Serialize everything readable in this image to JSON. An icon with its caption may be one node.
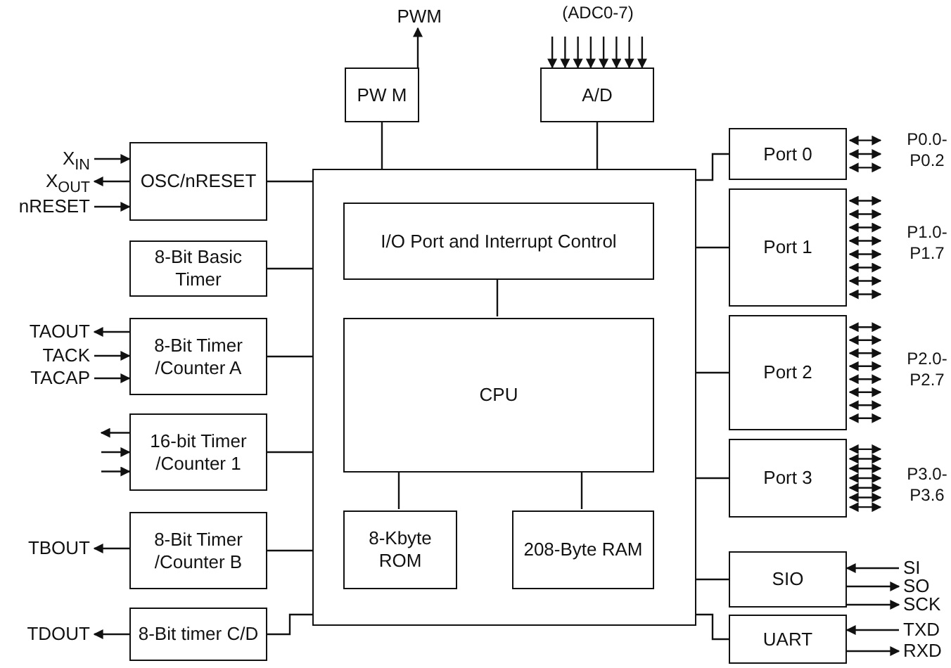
{
  "diagram": {
    "nodes": [
      {
        "text": [
          "PWM"
        ]
      },
      {
        "text": [
          "PW M"
        ]
      },
      {
        "text": [
          "A/D"
        ]
      },
      {
        "text": [
          "X$_{IN}$"
        ]
      },
      {
        "text": [
          "X$_{OUT}$"
        ]
      },
      {
        "text": [
          "nRESET"
        ]
      },
      {
        "text": [
          "OSC/nRESET"
        ]
      },
      {
        "text": [
          "8-Bit Basic Timer"
        ]
      },
      {
        "text": [
          "TAOUT"
        ]
      },
      {
        "text": [
          "TACK"
        ]
      },
      {
        "text": [
          "TACAP"
        ]
      },
      {
        "text": [
          "8-Bit Timer /Counter A"
        ]
      },
      {
        "text": [
          "16-bit Timer /Counter 1"
        ]
      },
      {
        "text": [
          "TBOUT"
        ]
      },
      {
        "text": [
          "8-Bit Timer /Counter B"
        ]
      },
      {
        "text": [
          "TDOUT"
        ]
      },
      {
        "text": [
          "8-Bit timer C/D"
        ]
      },
      {
        "text": [],
        "shape": "box"
      },
      {
        "text": [
          "I/O Port and Interrupt Control"
        ],
        "in": 17
      },
      {
        "text": [
          "CPU"
        ],
        "in": 17
      },
      {
        "text": [
          "8-Kbyte ROM"
        ],
        "in": 17
      },
      {
        "text": [
          "208-Byte RAM"
        ],
        "in": 17
      },
      {
        "text": [
          "Port 0"
        ]
      },
      {
        "text": [
          "Port 1"
        ]
      },
      {
        "text": [
          "Port 2"
        ]
      },
      {
        "text": [
          "Port 3"
        ]
      },
      {
        "text": [
          "SIO"
        ]
      },
      {
        "text": [
          "SI"
        ]
      },
      {
        "text": [
          "SO"
        ]
      },
      {
        "text": [
          "SCK"
        ]
      },
      {
        "text": [
          "UART"
        ]
      },
      {
        "text": [
          "TXD"
        ]
      },
      {
        "text": [
          "RXD"
        ]
      }
    ],
    "edges": [
      {
        "from": 1,
        "to": 0,
        "arrow": "to"
      },
      {
        "from": null,
        "to": 2,
        "arrow": "to"
      },
      {
        "from": null,
        "to": 2,
        "arrow": "to"
      },
      {
        "from": null,
        "to": 2,
        "arrow": "to"
      },
      {
        "from": null,
        "to": 2,
        "arrow": "to"
      },
      {
        "from": null,
        "to": 2,
        "arrow": "to"
      },
      {
        "from": null,
        "to": 2,
        "arrow": "to"
      },
      {
        "from": null,
        "to": 2,
        "arrow": "to"
      },
      {
        "from": null,
        "to": 2,
        "arrow": "to"
      },
      {
        "from": 3,
        "to": 6,
        "arrow": "to"
      },
      {
        "from": 6,
        "to": 4,
        "arrow": "to"
      },
      {
        "from": 5,
        "to": 6,
        "arrow": "to"
      },
      {
        "from": 11,
        "to": 8,
        "arrow": "to"
      },
      {
        "from": 9,
        "to": 11,
        "arrow": "to"
      },
      {
        "from": 10,
        "to": 11,
        "arrow": "to"
      },
      {
        "from": 12,
        "to": null,
        "arrow": "to"
      },
      {
        "from": null,
        "to": 12,
        "arrow": "to"
      },
      {
        "from": null,
        "to": 12,
        "arrow": "to"
      },
      {
        "from": 14,
        "to": 13,
        "arrow": "to"
      },
      {
        "from": 16,
        "to": 15,
        "arrow": "to"
      },
      {
        "from": 1,
        "to": 17,
        "arrow": "none"
      },
      {
        "from": 2,
        "to": 17,
        "arrow": "none"
      },
      {
        "from": 6,
        "to": 17,
        "arrow": "none"
      },
      {
        "from": 7,
        "to": 17,
        "arrow": "none"
      },
      {
        "from": 11,
        "to": 17,
        "arrow": "none"
      },
      {
        "from": 12,
        "to": 17,
        "arrow": "none"
      },
      {
        "from": 14,
        "to": 17,
        "arrow": "none"
      },
      {
        "from": 16,
        "to": 17,
        "arrow": "none"
      },
      {
        "from": 22,
        "to": 17,
        "arrow": "none"
      },
      {
        "from": 23,
        "to": 17,
        "arrow": "none"
      },
      {
        "from": 24,
        "to": 17,
        "arrow": "none"
      },
      {
        "from": 25,
        "to": 17,
        "arrow": "none"
      },
      {
        "from": 26,
        "to": 17,
        "arrow": "none"
      },
      {
        "from": 30,
        "to": 17,
        "arrow": "none"
      },
      {
        "from": 18,
        "to": 19,
        "arrow": "none"
      },
      {
        "from": 19,
        "to": 20,
        "arrow": "none"
      },
      {
        "from": 19,
        "to": 21,
        "arrow": "none"
      },
      {
        "from": 22,
        "to": null,
        "arrow": "both"
      },
      {
        "from": 22,
        "to": null,
        "arrow": "both"
      },
      {
        "from": 22,
        "to": null,
        "arrow": "both"
      },
      {
        "from": 23,
        "to": null,
        "arrow": "both"
      },
      {
        "from": 23,
        "to": null,
        "arrow": "both"
      },
      {
        "from": 23,
        "to": null,
        "arrow": "both"
      },
      {
        "from": 23,
        "to": null,
        "arrow": "both"
      },
      {
        "from": 23,
        "to": null,
        "arrow": "both"
      },
      {
        "from": 23,
        "to": null,
        "arrow": "both"
      },
      {
        "from": 23,
        "to": null,
        "arrow": "both"
      },
      {
        "from": 23,
        "to": null,
        "arrow": "both"
      },
      {
        "from": 24,
        "to": null,
        "arrow": "both"
      },
      {
        "from": 24,
        "to": null,
        "arrow": "both"
      },
      {
        "from": 24,
        "to": null,
        "arrow": "both"
      },
      {
        "from": 24,
        "to": null,
        "arrow": "both"
      },
      {
        "from": 24,
        "to": null,
        "arrow": "both"
      },
      {
        "from": 24,
        "to": null,
        "arrow": "both"
      },
      {
        "from": 24,
        "to": null,
        "arrow": "both"
      },
      {
        "from": 24,
        "to": null,
        "arrow": "both"
      },
      {
        "from": 25,
        "to": null,
        "arrow": "both"
      },
      {
        "from": 25,
        "to": null,
        "arrow": "both"
      },
      {
        "from": 25,
        "to": null,
        "arrow": "both"
      },
      {
        "from": 25,
        "to": null,
        "arrow": "both"
      },
      {
        "from": 25,
        "to": null,
        "arrow": "both"
      },
      {
        "from": 25,
        "to": null,
        "arrow": "both"
      },
      {
        "from": 25,
        "to": null,
        "arrow": "both"
      },
      {
        "from": 27,
        "to": 26,
        "arrow": "to"
      },
      {
        "from": 26,
        "to": 28,
        "arrow": "to"
      },
      {
        "from": 26,
        "to": 29,
        "arrow": "to"
      },
      {
        "from": 31,
        "to": 30,
        "arrow": "to"
      },
      {
        "from": 30,
        "to": 32,
        "arrow": "to"
      }
    ],
    "labels": [
      "(ADC0-7)",
      "P0.0- P0.2",
      "P1.0- P1.7",
      "P2.0- P2.7",
      "P3.0- P3.6"
    ]
  }
}
